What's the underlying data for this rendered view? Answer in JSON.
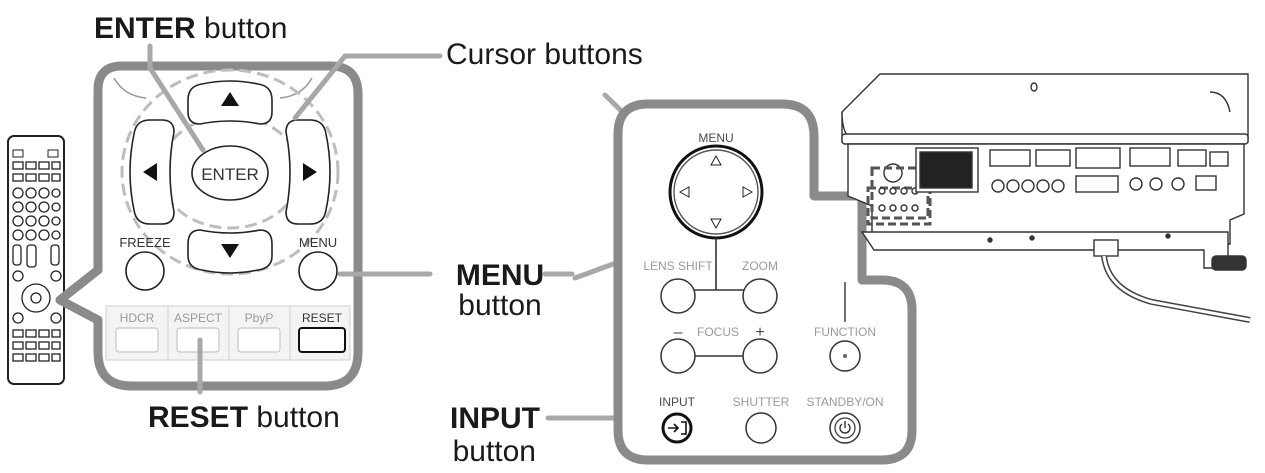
{
  "callouts": {
    "enter_bold": "ENTER",
    "enter_rest": " button",
    "cursor": "Cursor buttons",
    "menu_bold": "MENU",
    "menu_rest": "button",
    "reset_bold": "RESET",
    "reset_rest": " button",
    "input_bold": "INPUT",
    "input_rest": "button"
  },
  "remote_panel": {
    "enter": "ENTER",
    "freeze": "FREEZE",
    "menu": "MENU",
    "hdcr": "HDCR",
    "aspect": "ASPECT",
    "pbyp": "PbyP",
    "reset": "RESET"
  },
  "control_panel": {
    "menu": "MENU",
    "lens_shift": "LENS SHIFT",
    "zoom": "ZOOM",
    "minus": "–",
    "focus": "FOCUS",
    "plus": "+",
    "function": "FUNCTION",
    "input": "INPUT",
    "shutter": "SHUTTER",
    "standby_on": "STANDBY/ON"
  }
}
